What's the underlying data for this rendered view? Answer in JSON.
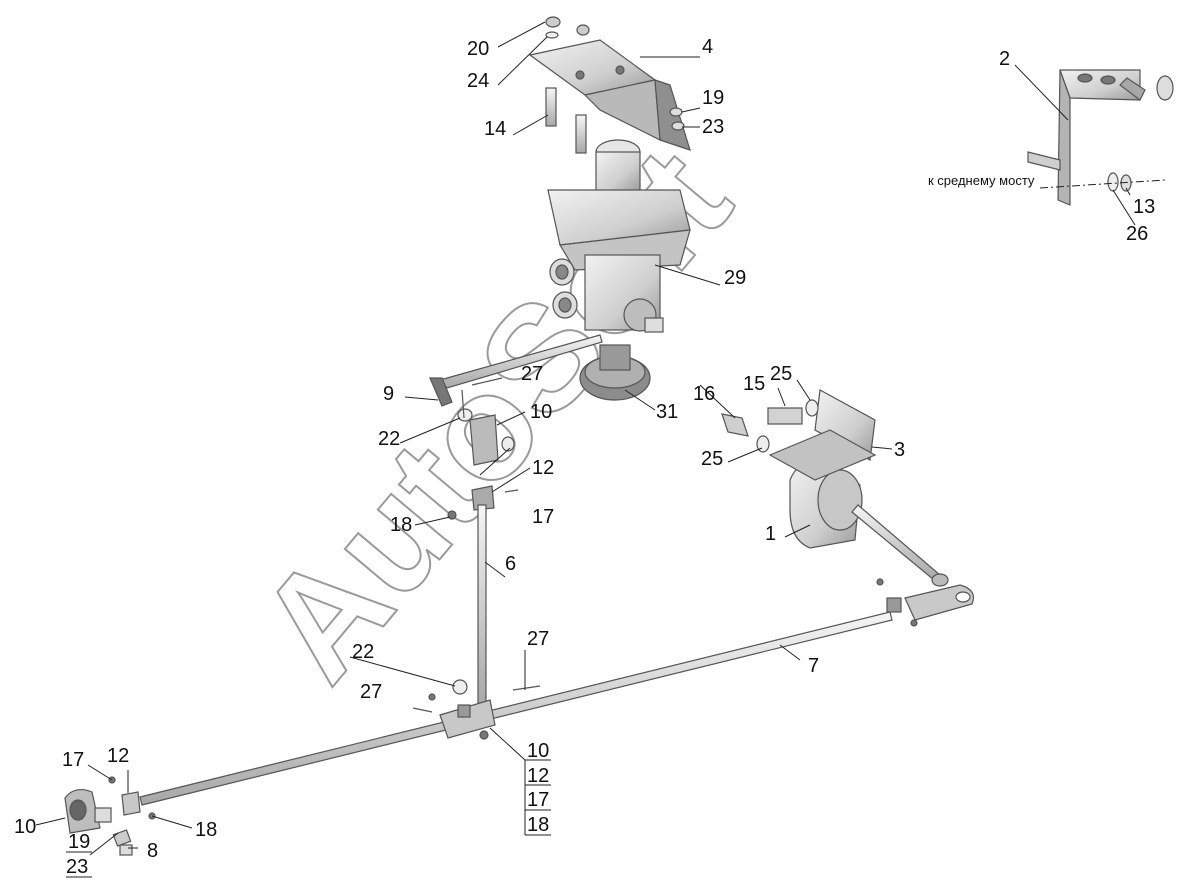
{
  "labels": {
    "l1": "1",
    "l2": "2",
    "l3": "3",
    "l4": "4",
    "l6": "6",
    "l7": "7",
    "l8": "8",
    "l9": "9",
    "l10a": "10",
    "l10b": "10",
    "l10c": "10",
    "l12a": "12",
    "l12b": "12",
    "l12c": "12",
    "l13": "13",
    "l14": "14",
    "l15": "15",
    "l16": "16",
    "l17a": "17",
    "l17b": "17",
    "l17c": "17",
    "l18a": "18",
    "l18b": "18",
    "l18c": "18",
    "l19a": "19",
    "l19b": "19",
    "l20": "20",
    "l22a": "22",
    "l22b": "22",
    "l23a": "23",
    "l23b": "23",
    "l24": "24",
    "l25a": "25",
    "l25b": "25",
    "l26": "26",
    "l27a": "27",
    "l27b": "27",
    "l27c": "27",
    "l29": "29",
    "l31": "31"
  },
  "note": "к среднему мосту",
  "watermark": "AutoSoft"
}
